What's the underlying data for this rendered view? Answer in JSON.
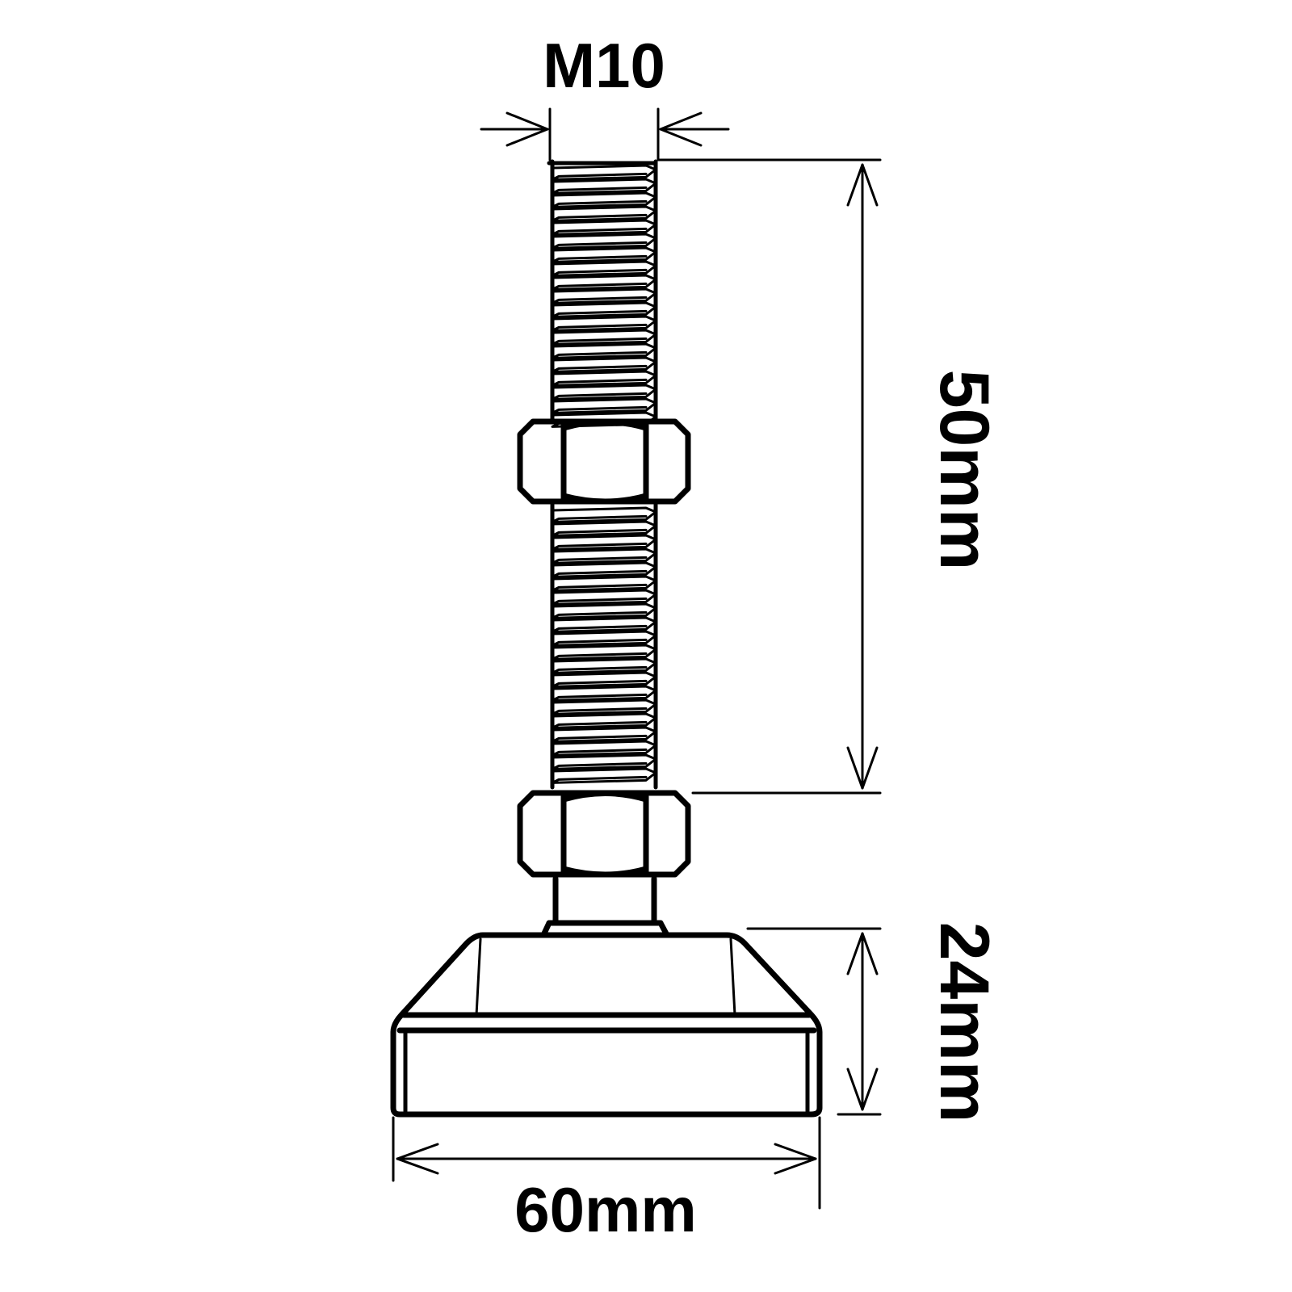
{
  "labels": {
    "thread": "M10",
    "stud_length": "50mm",
    "base_height": "24mm",
    "base_width": "60mm"
  },
  "colors": {
    "line": "#000000",
    "background": "#ffffff"
  }
}
